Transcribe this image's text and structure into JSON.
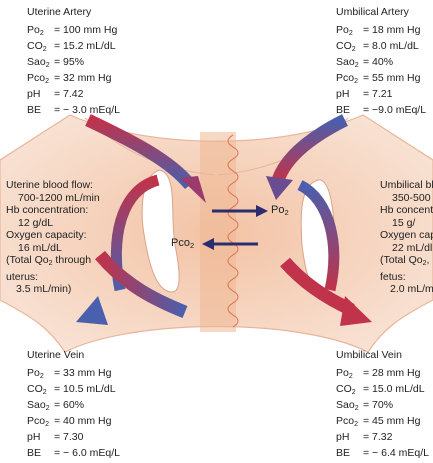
{
  "colors": {
    "vessel_pink": "#f6d9c8",
    "vessel_peach": "#f1bfa0",
    "maternal_red": "#c0334a",
    "fetal_blue": "#4a5fae",
    "arrow_navy": "#2c2d6e",
    "squiggle": "#e07a5a"
  },
  "uterine_artery": {
    "title": "Uterine Artery",
    "rows": [
      {
        "key": "Po",
        "sub": "2",
        "value": "= 100 mm Hg"
      },
      {
        "key": "CO",
        "sub": "2",
        "value": "= 15.2 mL/dL"
      },
      {
        "key": "Sao",
        "sub": "2",
        "value": "= 95%"
      },
      {
        "key": "Pco",
        "sub": "2",
        "value": "= 32 mm Hg"
      },
      {
        "key": "pH",
        "sub": "",
        "value": "= 7.42"
      },
      {
        "key": "BE",
        "sub": "",
        "value": "= − 3.0 mEq/L"
      }
    ]
  },
  "umbilical_artery": {
    "title": "Umbilical Artery",
    "rows": [
      {
        "key": "Po",
        "sub": "2",
        "value": "= 18 mm Hg"
      },
      {
        "key": "CO",
        "sub": "2",
        "value": "= 8.0 mL/dL"
      },
      {
        "key": "Sao",
        "sub": "2",
        "value": "= 40%"
      },
      {
        "key": "Pco",
        "sub": "2",
        "value": "= 55 mm Hg"
      },
      {
        "key": "pH",
        "sub": "",
        "value": "= 7.21"
      },
      {
        "key": "BE",
        "sub": "",
        "value": "= −9.0 mEq/L"
      }
    ]
  },
  "uterine_vein": {
    "title": "Uterine Vein",
    "rows": [
      {
        "key": "Po",
        "sub": "2",
        "value": "= 33 mm Hg"
      },
      {
        "key": "CO",
        "sub": "2",
        "value": "= 10.5 mL/dL"
      },
      {
        "key": "Sao",
        "sub": "2",
        "value": "= 60%"
      },
      {
        "key": "Pco",
        "sub": "2",
        "value": "= 40 mm Hg"
      },
      {
        "key": "pH",
        "sub": "",
        "value": "= 7.30"
      },
      {
        "key": "BE",
        "sub": "",
        "value": "= − 6.0 mEq/L"
      }
    ]
  },
  "umbilical_vein": {
    "title": "Umbilical Vein",
    "rows": [
      {
        "key": "Po",
        "sub": "2",
        "value": "= 28 mm Hg"
      },
      {
        "key": "CO",
        "sub": "2",
        "value": "= 15.0 mL/dL"
      },
      {
        "key": "Sao",
        "sub": "2",
        "value": "= 70%"
      },
      {
        "key": "Pco",
        "sub": "2",
        "value": "= 45 mm Hg"
      },
      {
        "key": "pH",
        "sub": "",
        "value": "= 7.32"
      },
      {
        "key": "BE",
        "sub": "",
        "value": "= − 6.4 mEq/L"
      }
    ]
  },
  "maternal_flow": {
    "flow_label": "Uterine blood flow:",
    "flow_value": "700-1200 mL/min",
    "hb_label": "Hb concentration:",
    "hb_value": "12 g/dL",
    "capacity_label": "Oxygen capacity:",
    "capacity_value": "16 mL/dL",
    "total_prefix": "(Total Qo",
    "total_sub": "2",
    "total_suffix": " through",
    "total_line2": "uterus:",
    "total_value": "3.5 mL/min)"
  },
  "fetal_flow": {
    "flow_label": "Umbilical bl",
    "flow_value": "350-500",
    "hb_label": "Hb concent",
    "hb_value": "15 g/",
    "capacity_label": "Oxygen cap",
    "capacity_value": "22 mL/dl",
    "total_prefix": "(Total Qo",
    "total_sub": "2",
    "total_suffix": ",",
    "total_line2": "fetus:",
    "total_value": "2.0 mL/m"
  },
  "exchange": {
    "po2_label": "Po",
    "po2_sub": "2",
    "pco2_label": "Pco",
    "pco2_sub": "2"
  }
}
